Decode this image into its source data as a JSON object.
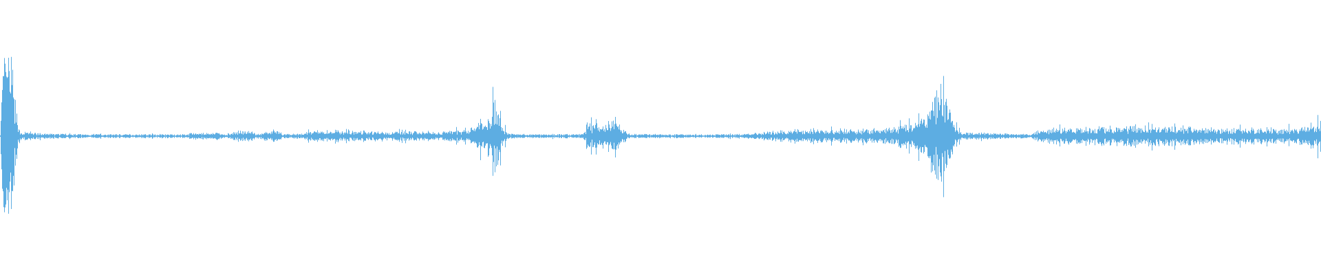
{
  "waveform": {
    "color": "#5dade2",
    "background": "#ffffff",
    "duration_fraction_samples": 1568,
    "amplitude_envelope": [
      [
        0.0,
        0.02
      ],
      [
        0.002,
        0.55
      ],
      [
        0.004,
        0.65
      ],
      [
        0.006,
        0.7
      ],
      [
        0.008,
        0.6
      ],
      [
        0.01,
        0.45
      ],
      [
        0.012,
        0.2
      ],
      [
        0.014,
        0.06
      ],
      [
        0.016,
        0.03
      ],
      [
        0.02,
        0.03
      ],
      [
        0.03,
        0.02
      ],
      [
        0.06,
        0.015
      ],
      [
        0.1,
        0.015
      ],
      [
        0.14,
        0.015
      ],
      [
        0.15,
        0.03
      ],
      [
        0.155,
        0.015
      ],
      [
        0.165,
        0.03
      ],
      [
        0.17,
        0.015
      ],
      [
        0.19,
        0.06
      ],
      [
        0.193,
        0.015
      ],
      [
        0.21,
        0.05
      ],
      [
        0.213,
        0.015
      ],
      [
        0.23,
        0.02
      ],
      [
        0.235,
        0.05
      ],
      [
        0.24,
        0.04
      ],
      [
        0.25,
        0.045
      ],
      [
        0.27,
        0.04
      ],
      [
        0.3,
        0.035
      ],
      [
        0.33,
        0.035
      ],
      [
        0.35,
        0.04
      ],
      [
        0.36,
        0.08
      ],
      [
        0.368,
        0.15
      ],
      [
        0.372,
        0.22
      ],
      [
        0.375,
        0.3
      ],
      [
        0.377,
        0.2
      ],
      [
        0.38,
        0.08
      ],
      [
        0.385,
        0.02
      ],
      [
        0.4,
        0.015
      ],
      [
        0.44,
        0.015
      ],
      [
        0.447,
        0.1
      ],
      [
        0.455,
        0.09
      ],
      [
        0.465,
        0.12
      ],
      [
        0.47,
        0.08
      ],
      [
        0.475,
        0.02
      ],
      [
        0.5,
        0.015
      ],
      [
        0.56,
        0.015
      ],
      [
        0.59,
        0.04
      ],
      [
        0.6,
        0.05
      ],
      [
        0.62,
        0.05
      ],
      [
        0.65,
        0.05
      ],
      [
        0.67,
        0.06
      ],
      [
        0.69,
        0.09
      ],
      [
        0.7,
        0.16
      ],
      [
        0.705,
        0.25
      ],
      [
        0.71,
        0.35
      ],
      [
        0.713,
        0.45
      ],
      [
        0.716,
        0.3
      ],
      [
        0.72,
        0.15
      ],
      [
        0.725,
        0.05
      ],
      [
        0.73,
        0.03
      ],
      [
        0.76,
        0.02
      ],
      [
        0.78,
        0.015
      ],
      [
        0.785,
        0.04
      ],
      [
        0.79,
        0.05
      ],
      [
        0.8,
        0.06
      ],
      [
        0.83,
        0.07
      ],
      [
        0.86,
        0.08
      ],
      [
        0.88,
        0.08
      ],
      [
        0.9,
        0.07
      ],
      [
        0.93,
        0.06
      ],
      [
        0.96,
        0.06
      ],
      [
        0.98,
        0.05
      ],
      [
        0.99,
        0.08
      ],
      [
        1.0,
        0.12
      ]
    ]
  }
}
